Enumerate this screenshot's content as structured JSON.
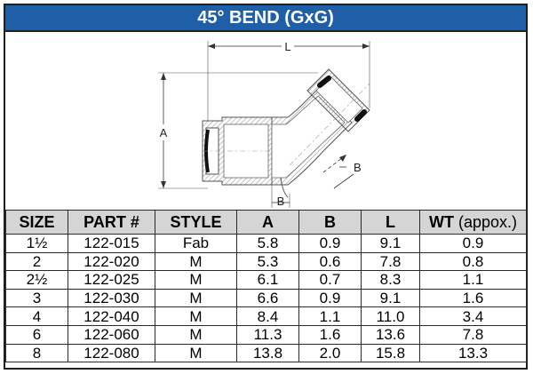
{
  "title": "45° BEND (GxG)",
  "diagram": {
    "dimension_labels": {
      "a": "A",
      "b_left": "B",
      "b_right": "B",
      "l": "L"
    }
  },
  "table": {
    "headers": [
      "SIZE",
      "PART #",
      "STYLE",
      "A",
      "B",
      "L"
    ],
    "wt_header": {
      "label": "WT",
      "unit": "(appox.)"
    },
    "rows": [
      [
        "1½",
        "122-015",
        "Fab",
        "5.8",
        "0.9",
        "9.1",
        "0.9"
      ],
      [
        "2",
        "122-020",
        "M",
        "5.3",
        "0.6",
        "7.8",
        "0.8"
      ],
      [
        "2½",
        "122-025",
        "M",
        "6.1",
        "0.7",
        "8.3",
        "1.1"
      ],
      [
        "3",
        "122-030",
        "M",
        "6.6",
        "0.9",
        "9.1",
        "1.6"
      ],
      [
        "4",
        "122-040",
        "M",
        "8.4",
        "1.1",
        "11.0",
        "3.4"
      ],
      [
        "6",
        "122-060",
        "M",
        "11.3",
        "1.6",
        "13.6",
        "7.8"
      ],
      [
        "8",
        "122-080",
        "M",
        "13.8",
        "2.0",
        "15.8",
        "13.3"
      ]
    ]
  },
  "colors": {
    "title_bg": "#1f5fa8",
    "header_bg": "#d5d5d5",
    "border": "#1f1f1f"
  }
}
